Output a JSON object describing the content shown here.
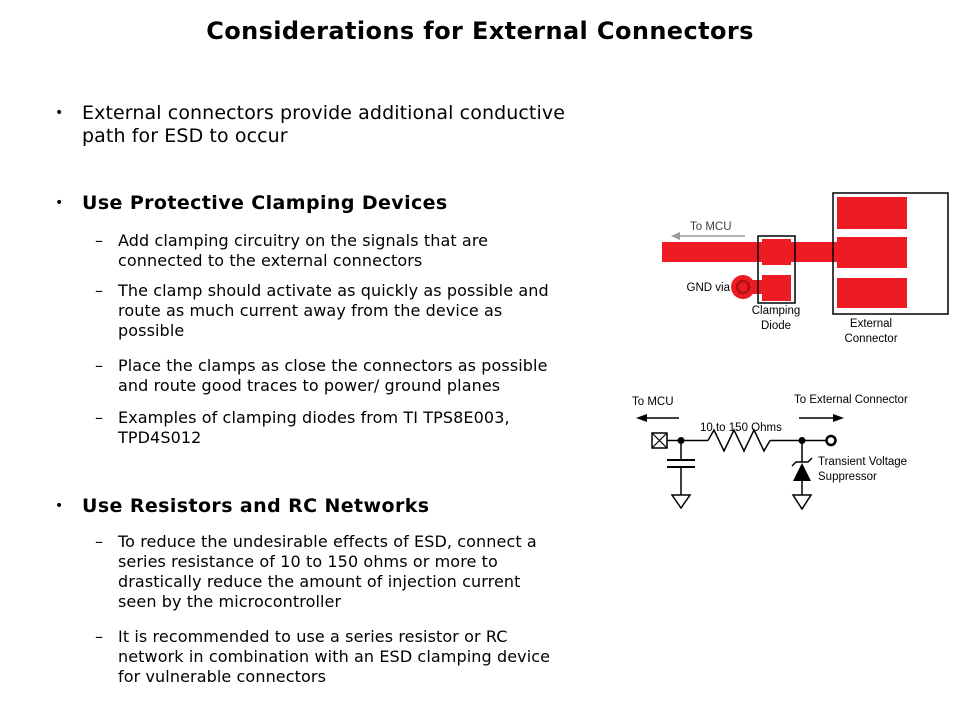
{
  "slide": {
    "title": "Considerations for External Connectors",
    "bullet_marker": "•",
    "dash_marker": "–"
  },
  "content": {
    "items": [
      {
        "level": 1,
        "bold": false,
        "lines": [
          "External connectors provide additional conductive",
          "path for ESD to occur"
        ]
      },
      {
        "level": 1,
        "bold": true,
        "lines": [
          "Use Protective Clamping Devices"
        ]
      },
      {
        "level": 2,
        "bold": false,
        "lines": [
          "Add clamping circuitry on the signals that are",
          "connected to the external connectors"
        ]
      },
      {
        "level": 2,
        "bold": false,
        "lines": [
          "The clamp should activate as quickly as possible and",
          "route as much current away from the device as",
          "possible"
        ]
      },
      {
        "level": 2,
        "bold": false,
        "lines": [
          "Place the clamps as close the connectors as possible",
          "and route good traces to power/ ground planes"
        ]
      },
      {
        "level": 2,
        "bold": false,
        "lines": [
          "Examples of clamping diodes from TI TPS8E003,",
          "TPD4S012"
        ]
      },
      {
        "level": 1,
        "bold": true,
        "lines": [
          "Use Resistors and RC Networks"
        ]
      },
      {
        "level": 2,
        "bold": false,
        "lines": [
          "To reduce the undesirable effects of ESD, connect a",
          "series resistance of 10 to 150 ohms or more to",
          "drastically reduce the amount of injection current",
          "seen by the microcontroller"
        ]
      },
      {
        "level": 2,
        "bold": false,
        "lines": [
          "It is recommended to use a series resistor or RC",
          "network in combination with an ESD clamping device",
          "for vulnerable connectors"
        ]
      }
    ]
  },
  "pcb_diagram": {
    "to_mcu_label": "To MCU",
    "gnd_via_label": "GND via",
    "clamping_diode_label_line1": "Clamping",
    "clamping_diode_label_line2": "Diode",
    "external_connector_label_line1": "External",
    "external_connector_label_line2": "Connector"
  },
  "circuit_diagram": {
    "to_mcu_label": "To MCU",
    "to_external_connector_label": "To External Connector",
    "resistor_label": "10 to 150 Ohms",
    "tvs_label_line1": "Transient Voltage",
    "tvs_label_line2": "Suppressor"
  },
  "colors": {
    "trace_red": "#ED1C24",
    "via_ring_red": "#B01015",
    "arrow_gray": "#9a9a9a",
    "mcu_text_gray": "#404040",
    "ink_black": "#000000"
  }
}
